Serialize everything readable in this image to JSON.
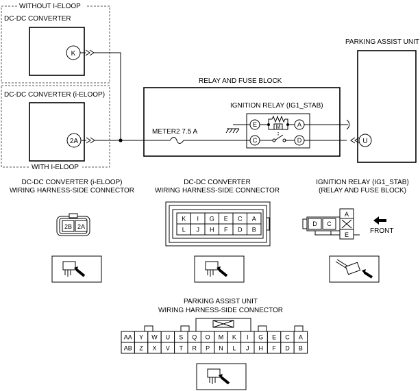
{
  "groups": {
    "without": "WITHOUT I-ELOOP",
    "with": "WITH I-ELOOP"
  },
  "components": {
    "dcdc": "DC-DC CONVERTER",
    "dcdc_ieloop": "DC-DC CONVERTER (i-ELOOP)",
    "parking_assist": "PARKING ASSIST UNIT",
    "relay_fuse_block": "RELAY AND FUSE BLOCK",
    "ign_relay": "IGNITION RELAY (IG1_STAB)",
    "fuse": "METER2 7.5 A"
  },
  "terminals": {
    "k": "K",
    "two_a": "2A",
    "u": "U",
    "relay_e": "E",
    "relay_a": "A",
    "relay_c": "C",
    "relay_d": "D"
  },
  "connectors": {
    "ieloop": {
      "title1": "DC-DC CONVERTER (i-ELOOP)",
      "title2": "WIRING HARNESS-SIDE CONNECTOR",
      "pins": [
        "2B",
        "2A"
      ]
    },
    "dcdc": {
      "title1": "DC-DC CONVERTER",
      "title2": "WIRING HARNESS-SIDE CONNECTOR",
      "row1": [
        "K",
        "I",
        "G",
        "E",
        "C",
        "A"
      ],
      "row2": [
        "L",
        "J",
        "H",
        "F",
        "D",
        "B"
      ]
    },
    "relay": {
      "title1": "IGNITION RELAY (IG1_STAB)",
      "title2": "(RELAY AND FUSE BLOCK)",
      "pins": [
        "D",
        "C",
        "A",
        "E"
      ],
      "front": "FRONT"
    },
    "parking": {
      "title1": "PARKING ASSIST UNIT",
      "title2": "WIRING HARNESS-SIDE CONNECTOR",
      "row1": [
        "AA",
        "Y",
        "W",
        "U",
        "S",
        "Q",
        "O",
        "M",
        "K",
        "I",
        "G",
        "E",
        "C",
        "A"
      ],
      "row2": [
        "AB",
        "Z",
        "X",
        "V",
        "T",
        "R",
        "P",
        "N",
        "L",
        "J",
        "H",
        "F",
        "D",
        "B"
      ]
    }
  }
}
